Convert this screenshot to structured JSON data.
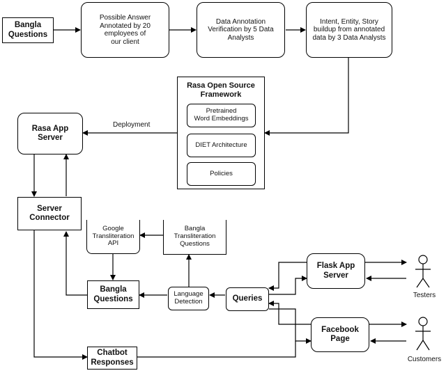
{
  "nodes": {
    "bangla_questions_top": "Bangla\nQuestions",
    "possible_answer": "Possible Answer\nAnnotated by 20\nemployees of\nour client",
    "data_annotation": "Data Annotation\nVerification by 5 Data\nAnalysts",
    "intent_entity": "Intent, Entity, Story\nbuildup from annotated\ndata by 3 Data Analysts",
    "rasa_framework_title": "Rasa Open Source\nFramework",
    "pretrained": "Pretrained\nWord Embeddings",
    "diet": "DIET Architecture",
    "policies": "Policies",
    "rasa_app_server": "Rasa App\nServer",
    "server_connector": "Server\nConnector",
    "google_api": "Google\nTransliteration\nAPI",
    "bangla_translit": "Bangla\nTransliteration\nQuestions",
    "bangla_questions_mid": "Bangla\nQuestions",
    "language_detection": "Language\nDetection",
    "queries": "Queries",
    "flask_server": "Flask App\nServer",
    "facebook_page": "Facebook\nPage",
    "chatbot_responses": "Chatbot\nResponses"
  },
  "edge_labels": {
    "deployment": "Deployment"
  },
  "actors": {
    "testers": "Testers",
    "customers": "Customers"
  }
}
